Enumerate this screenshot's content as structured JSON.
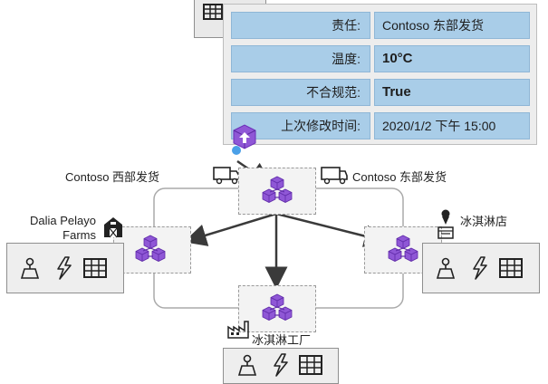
{
  "properties": [
    {
      "key": "责任:",
      "value": "Contoso 东部发货",
      "bold": false
    },
    {
      "key": "温度:",
      "value": "10°C",
      "bold": true
    },
    {
      "key": "不合规范:",
      "value": "True",
      "bold": true
    },
    {
      "key": "上次修改时间:",
      "value": "2020/1/2 下午 15:00",
      "bold": false
    }
  ],
  "nodes": {
    "west_shipping": "Contoso 西部发货",
    "east_shipping": "Contoso 东部发货",
    "farm": "Dalia Pelayo\nFarms",
    "store": "冰淇淋店",
    "factory": "冰淇淋工厂"
  },
  "colors": {
    "property_fill": "#a9cde8",
    "card_bg": "#ededed",
    "twin_purple": "#7b3fc4",
    "arrow": "#3a3a3a"
  }
}
